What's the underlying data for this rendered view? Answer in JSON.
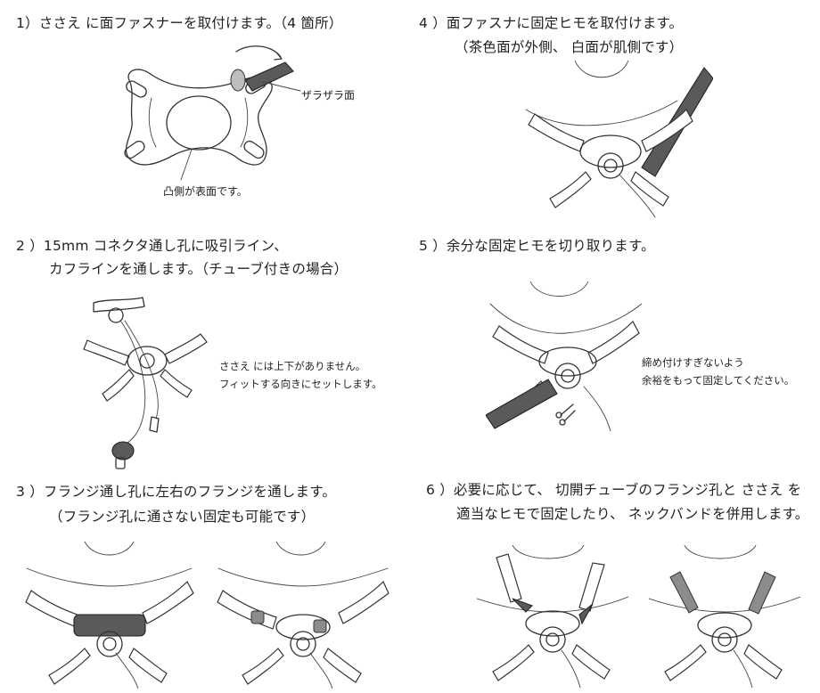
{
  "steps": [
    {
      "number": "1）",
      "line1": "ささえ に面ファスナーを取付けます。（4 箇所）"
    },
    {
      "number": "2 ）",
      "line1": "15mm コネクタ通し孔に吸引ライン、",
      "line2": "カフラインを通します。（チューブ付きの場合）"
    },
    {
      "number": "3 ）",
      "line1": "フランジ通し孔に左右のフランジを通します。",
      "line2": "（フランジ孔に通さない固定も可能です）"
    },
    {
      "number": "4 ）",
      "line1": "面ファスナに固定ヒモを取付けます。",
      "line2": "（茶色面が外側、 白面が肌側です）"
    },
    {
      "number": "5 ）",
      "line1": "余分な固定ヒモを切り取ります。"
    },
    {
      "number": "6 ）",
      "line1": "必要に応じて、 切開チューブのフランジ孔と ささえ を",
      "line2": "適当なヒモで固定したり、 ネックバンドを併用します。"
    }
  ],
  "labels": {
    "rough_side": "ザラザラ面",
    "convex_side": "凸側が表面です。"
  },
  "notes": {
    "step2_line1": "ささえ には上下がありません。",
    "step2_line2": "フィットする向きにセットします。",
    "step5_line1": "締め付けすぎないよう",
    "step5_line2": "余裕をもって固定してください。"
  },
  "colors": {
    "text": "#222222",
    "line": "#333333",
    "strap_dark": "#5a5a5a",
    "strap_mid": "#8c8c8c"
  }
}
